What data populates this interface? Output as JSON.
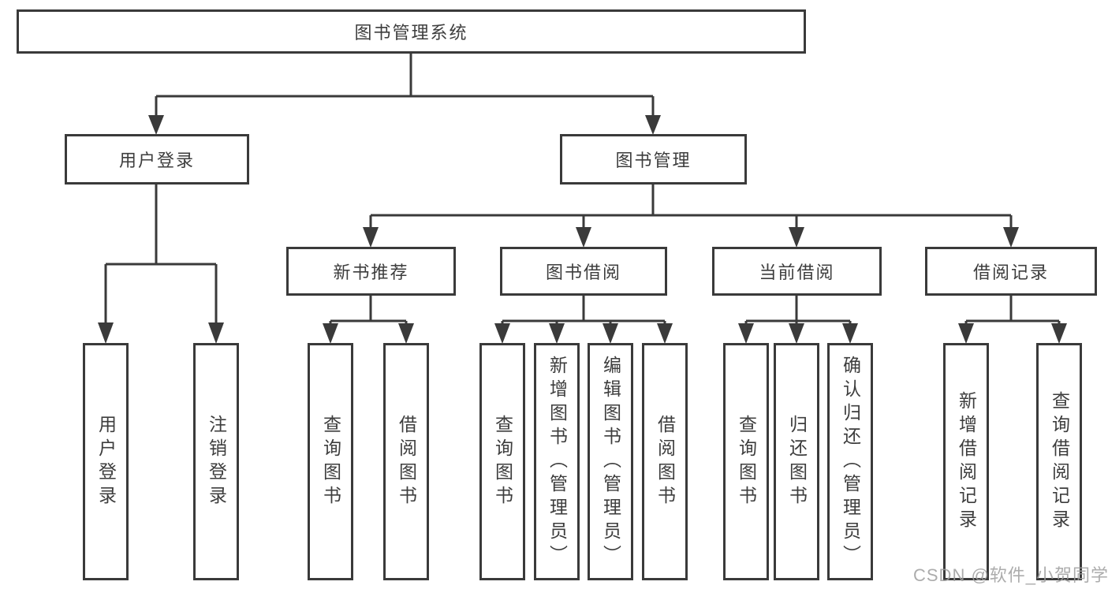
{
  "diagram": {
    "nodes": {
      "root": {
        "label": "图书管理系统"
      },
      "user_login": {
        "label": "用户登录"
      },
      "book_management": {
        "label": "图书管理"
      },
      "new_book_recommend": {
        "label": "新书推荐"
      },
      "book_borrow": {
        "label": "图书借阅"
      },
      "current_borrow": {
        "label": "当前借阅"
      },
      "borrow_records": {
        "label": "借阅记录"
      },
      "login_leaf": {
        "label": "用户登录"
      },
      "logout_leaf": {
        "label": "注销登录"
      },
      "nbr_query_books": {
        "label": "查询图书"
      },
      "nbr_borrow_books": {
        "label": "借阅图书"
      },
      "bb_query_books": {
        "label": "查询图书"
      },
      "bb_add_books": {
        "label": "新增图书（管理员）"
      },
      "bb_edit_books": {
        "label": "编辑图书（管理员）"
      },
      "bb_borrow_books": {
        "label": "借阅图书"
      },
      "cb_query_books": {
        "label": "查询图书"
      },
      "cb_return_books": {
        "label": "归还图书"
      },
      "cb_confirm_return": {
        "label": "确认归还（管理员）"
      },
      "br_add_record": {
        "label": "新增借阅记录"
      },
      "br_query_record": {
        "label": "查询借阅记录"
      }
    },
    "edges": [
      {
        "from": "root",
        "to": "user_login"
      },
      {
        "from": "root",
        "to": "book_management"
      },
      {
        "from": "user_login",
        "to": "login_leaf"
      },
      {
        "from": "user_login",
        "to": "logout_leaf"
      },
      {
        "from": "book_management",
        "to": "new_book_recommend"
      },
      {
        "from": "book_management",
        "to": "book_borrow"
      },
      {
        "from": "book_management",
        "to": "current_borrow"
      },
      {
        "from": "book_management",
        "to": "borrow_records"
      },
      {
        "from": "new_book_recommend",
        "to": "nbr_query_books"
      },
      {
        "from": "new_book_recommend",
        "to": "nbr_borrow_books"
      },
      {
        "from": "book_borrow",
        "to": "bb_query_books"
      },
      {
        "from": "book_borrow",
        "to": "bb_add_books"
      },
      {
        "from": "book_borrow",
        "to": "bb_edit_books"
      },
      {
        "from": "book_borrow",
        "to": "bb_borrow_books"
      },
      {
        "from": "current_borrow",
        "to": "cb_query_books"
      },
      {
        "from": "current_borrow",
        "to": "cb_return_books"
      },
      {
        "from": "current_borrow",
        "to": "cb_confirm_return"
      },
      {
        "from": "borrow_records",
        "to": "br_add_record"
      },
      {
        "from": "borrow_records",
        "to": "br_query_record"
      }
    ]
  },
  "watermark": {
    "text": "CSDN @软件_小贺同学"
  },
  "colors": {
    "line": "#3a3a3a",
    "box_border": "#3a3a3a",
    "text": "#3d3d3d",
    "watermark": "#9e9e9e",
    "background": "#ffffff"
  }
}
